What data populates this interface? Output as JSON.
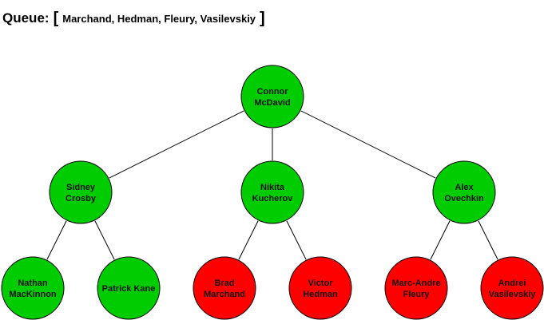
{
  "header": {
    "queue_label": "Queue:",
    "open_bracket": "[",
    "queue_items": "Marchand, Hedman, Fleury, Vasilevskiy",
    "close_bracket": "]"
  },
  "colors": {
    "visited": "#00cc00",
    "queued": "#ff0000",
    "stroke": "#000000"
  },
  "tree": {
    "nodes": [
      {
        "id": "root",
        "lines": [
          "Connor",
          "McDavid"
        ],
        "status": "visited"
      },
      {
        "id": "crosby",
        "lines": [
          "Sidney",
          "Crosby"
        ],
        "status": "visited"
      },
      {
        "id": "kucherov",
        "lines": [
          "Nikita",
          "Kucherov"
        ],
        "status": "visited"
      },
      {
        "id": "ovechkin",
        "lines": [
          "Alex",
          "Ovechkin"
        ],
        "status": "visited"
      },
      {
        "id": "mackinnon",
        "lines": [
          "Nathan",
          "MacKinnon"
        ],
        "status": "visited"
      },
      {
        "id": "kane",
        "lines": [
          "Patrick Kane"
        ],
        "status": "visited"
      },
      {
        "id": "marchand",
        "lines": [
          "Brad",
          "Marchand"
        ],
        "status": "queued"
      },
      {
        "id": "hedman",
        "lines": [
          "Victor",
          "Hedman"
        ],
        "status": "queued"
      },
      {
        "id": "fleury",
        "lines": [
          "Marc-Andre",
          "Fleury"
        ],
        "status": "queued"
      },
      {
        "id": "vasilevskiy",
        "lines": [
          "Andrei",
          "Vasilevskiy"
        ],
        "status": "queued"
      }
    ],
    "edges": [
      [
        "root",
        "crosby"
      ],
      [
        "root",
        "kucherov"
      ],
      [
        "root",
        "ovechkin"
      ],
      [
        "crosby",
        "mackinnon"
      ],
      [
        "crosby",
        "kane"
      ],
      [
        "kucherov",
        "marchand"
      ],
      [
        "kucherov",
        "hedman"
      ],
      [
        "ovechkin",
        "fleury"
      ],
      [
        "ovechkin",
        "vasilevskiy"
      ]
    ]
  }
}
